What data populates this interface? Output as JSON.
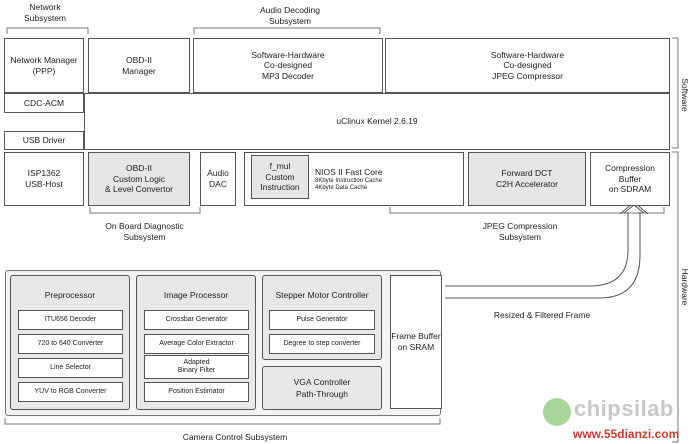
{
  "top_labels": {
    "network": "Network\nSubsystem",
    "audio": "Audio Decoding\nSubsystem"
  },
  "software": {
    "network_manager": "Network Manager\n(PPP)",
    "obd_manager": "OBD-II\nManager",
    "mp3_decoder": "Software-Hardware\nCo-designed\nMP3 Decoder",
    "jpeg_compressor": "Software-Hardware\nCo-designed\nJPEG Compressor",
    "cdc_acm": "CDC-ACM",
    "usb_driver": "USB Driver",
    "kernel": "uClinux Kernel 2.6.19"
  },
  "hardware": {
    "isp": "ISP1362\nUSB-Host",
    "obd_logic": "OBD-II\nCustom Logic\n& Level Convertor",
    "audio_dac": "Audio\nDAC",
    "f_mul": "f_mul\nCustom\nInstruction",
    "nios_title": "NIOS II Fast Core",
    "nios_icache": "8Kbyte Instruction Cache",
    "nios_dcache": "4Kbyte Data Cache",
    "forward_dct": "Forward DCT\nC2H Accelerator",
    "compression_buffer": "Compression\nBuffer\non SDRAM"
  },
  "side_labels": {
    "software": "Software",
    "hardware": "Hardware"
  },
  "subsystem_labels": {
    "obd": "On Board Diagnostic\nSubsystem",
    "jpeg": "JPEG Compression\nSubsystem",
    "camera": "Camera Control Subsystem"
  },
  "camera": {
    "preprocessor": {
      "title": "Preprocessor",
      "items": [
        "ITU656 Decoder",
        "720 to 640 Converter",
        "Line Selector",
        "YUV to RGB Converter"
      ]
    },
    "image_processor": {
      "title": "Image Processor",
      "items": [
        "Crossbar Generator",
        "Average Color Extractor",
        "Adapted\nBinary Filter",
        "Position Estimator"
      ]
    },
    "stepper": {
      "title": "Stepper Motor Controller",
      "items": [
        "Pulse Generator",
        "Degree to step converter"
      ]
    },
    "vga": {
      "title": "VGA Controller",
      "subtitle": "Path-Through"
    },
    "frame_buffer": "Frame Buffer\non SRAM"
  },
  "arrow_label": "Resized & Filtered Frame",
  "watermark": {
    "logo": "chipsilab",
    "url": "www.55dianzi.com"
  }
}
